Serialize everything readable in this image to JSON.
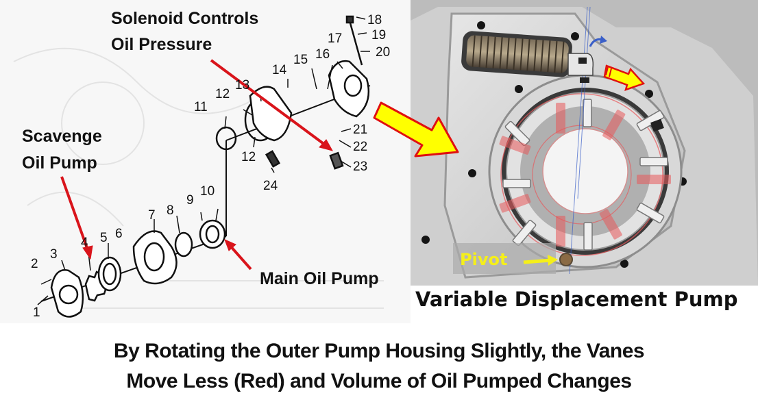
{
  "left_diagram": {
    "labels": {
      "solenoid_line1": "Solenoid Controls",
      "solenoid_line2": "Oil Pressure",
      "scavenge_line1": "Scavenge",
      "scavenge_line2": "Oil Pump",
      "main_pump": "Main Oil Pump"
    },
    "part_numbers": [
      "1",
      "2",
      "3",
      "4",
      "5",
      "6",
      "7",
      "8",
      "9",
      "10",
      "11",
      "12",
      "12",
      "13",
      "14",
      "15",
      "16",
      "17",
      "18",
      "19",
      "20",
      "21",
      "22",
      "23",
      "24"
    ],
    "arrow_color": "#d9141b"
  },
  "right_photo": {
    "pivot_label": "Pivot",
    "caption": "Variable Displacement Pump",
    "highlight_color": "#f5ef1a",
    "vane_overlay_color": "#e8595b"
  },
  "connector_arrow": {
    "fill": "#ffff00",
    "stroke": "#e01010"
  },
  "bottom_caption": {
    "line1": "By Rotating the Outer Pump Housing  Slightly, the Vanes",
    "line2": "Move Less (Red) and Volume of Oil Pumped Changes"
  }
}
